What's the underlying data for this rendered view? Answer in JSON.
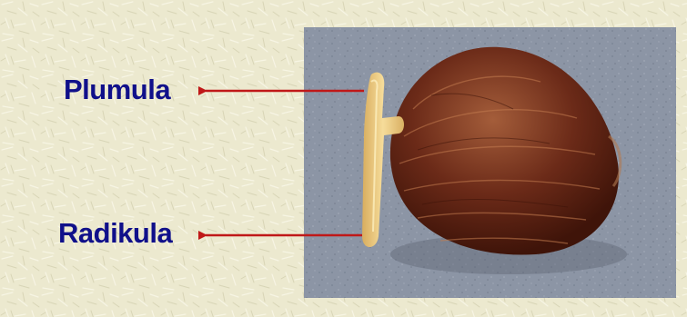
{
  "labels": {
    "plumula": "Plumula",
    "radikula": "Radikula"
  },
  "colors": {
    "label_text": "#10108a",
    "arrow": "#c01818",
    "background": "#ece9cf",
    "photo_backdrop": "#8c95a5",
    "seed_shell": "#6b2a18",
    "seedling": "#f0d08a"
  },
  "photo": {
    "subject": "germinating palm seed with plumula and radicle"
  }
}
